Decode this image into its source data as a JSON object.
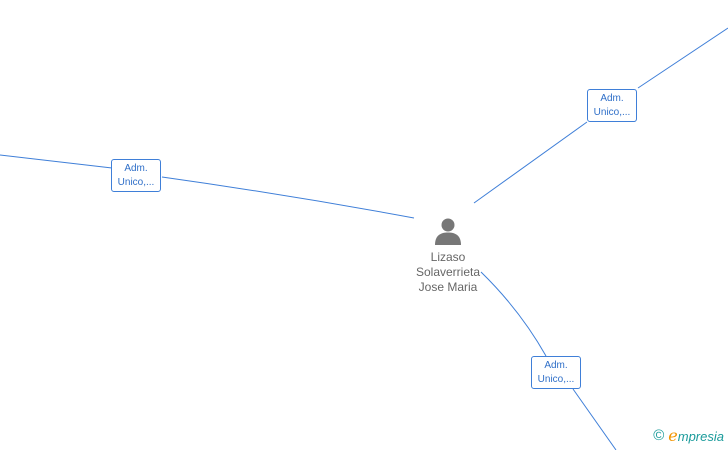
{
  "person": {
    "icon": "person-icon",
    "name_lines": [
      "Lizaso",
      "Solaverrieta",
      "Jose Maria"
    ]
  },
  "roles": [
    {
      "line1": "Adm.",
      "line2": "Unico,..."
    },
    {
      "line1": "Adm.",
      "line2": "Unico,..."
    },
    {
      "line1": "Adm.",
      "line2": "Unico,..."
    }
  ],
  "footer": {
    "copyright_symbol": "©",
    "brand_initial": "e",
    "brand_rest": "mpresia"
  },
  "colors": {
    "edge": "#3f7fd8",
    "person_text": "#666666",
    "brand_teal": "#1a9b9b",
    "brand_orange": "#f29400"
  }
}
